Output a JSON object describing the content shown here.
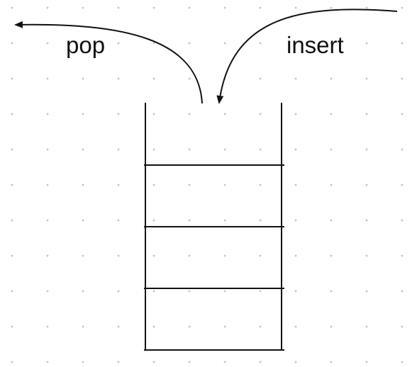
{
  "labels": {
    "pop": "pop",
    "insert": "insert"
  },
  "stack": {
    "slots": 4
  },
  "colors": {
    "stroke": "#111111",
    "grid_dot": "#c4c4c4",
    "background": "#ffffff"
  }
}
